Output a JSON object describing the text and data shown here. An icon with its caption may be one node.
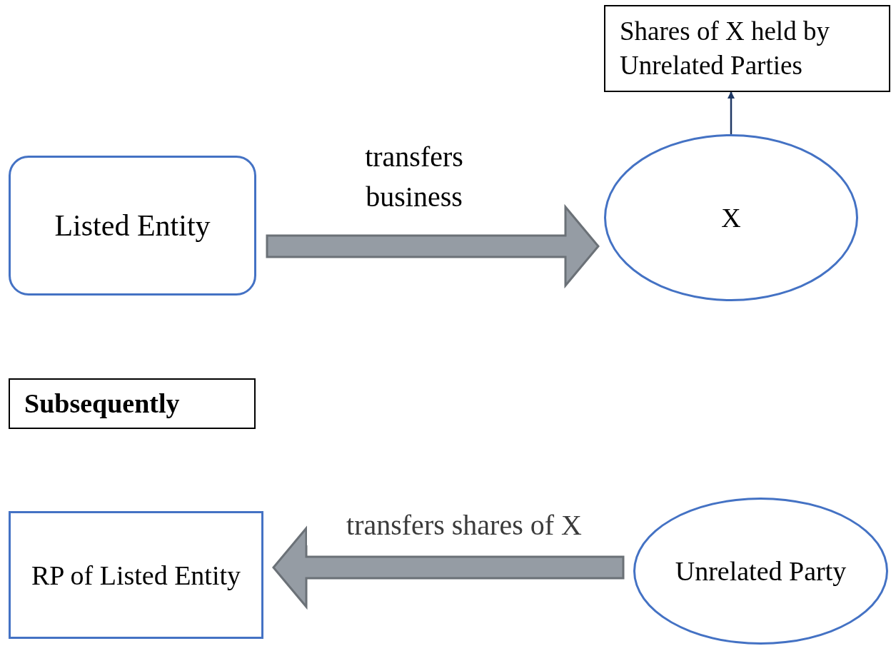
{
  "diagram": {
    "nodes": [
      {
        "text": [
          "Shares of X held by Unrelated Parties"
        ]
      },
      {
        "text": [
          "Listed Entity"
        ]
      },
      {
        "text": [
          "X"
        ]
      },
      {
        "text": [
          "Subsequently"
        ]
      },
      {
        "text": [
          "RP of Listed Entity"
        ]
      },
      {
        "text": [
          "Unrelated Party"
        ]
      }
    ],
    "edges": [
      {
        "from": 1,
        "to": 2,
        "arrow": "to",
        "label": "transfers business",
        "style": "thick"
      },
      {
        "from": 2,
        "to": 0,
        "arrow": "to",
        "color": "#1f3864"
      },
      {
        "from": 5,
        "to": 4,
        "arrow": "to",
        "label": "transfers shares of X",
        "style": "thick"
      }
    ]
  }
}
